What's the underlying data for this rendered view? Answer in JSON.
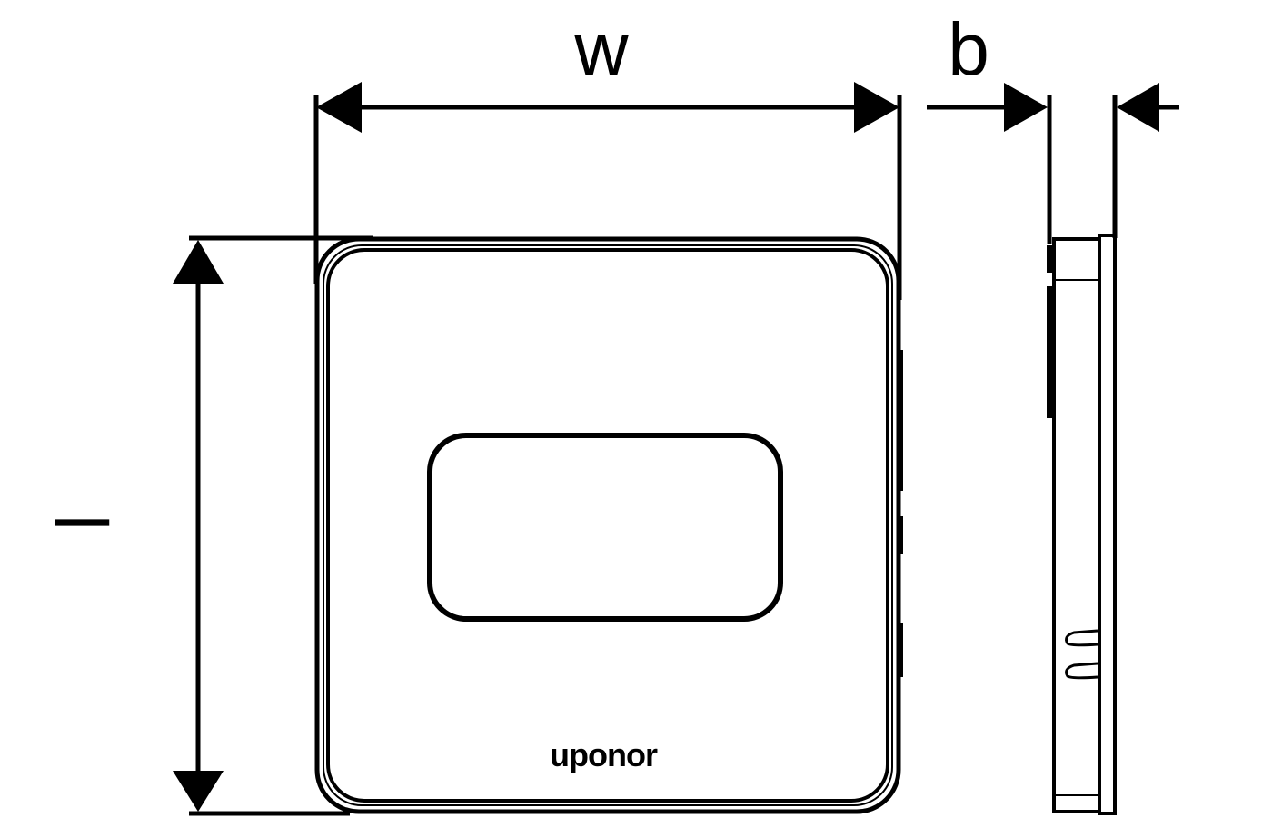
{
  "dimensions": {
    "width_label": "w",
    "depth_label": "b",
    "length_label": "l"
  },
  "device": {
    "brand_logo": "uponor"
  },
  "colors": {
    "line": "#000000",
    "background": "#ffffff"
  }
}
